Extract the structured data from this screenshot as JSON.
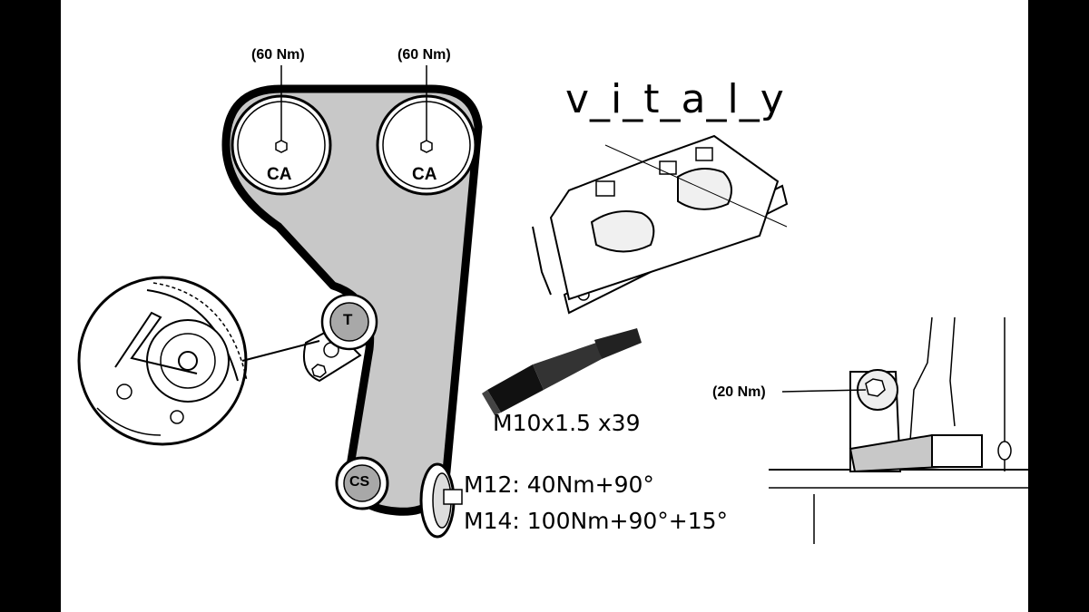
{
  "diagram": {
    "brand": "v_i_t_a_l_y",
    "cam_torque_left": "(60 Nm)",
    "cam_torque_right": "(60 Nm)",
    "cam_label_left": "CA",
    "cam_label_right": "CA",
    "tensioner_label": "T",
    "crank_label": "CS",
    "tensioner_bolt_torque": "(20 Nm)",
    "pin_spec": "M10x1.5 x39",
    "crank_bolt_m12": "M12: 40Nm+90°",
    "crank_bolt_m14": "M14: 100Nm+90°+15°",
    "colors": {
      "belt": "#000000",
      "belt_fill": "#c8c8c8",
      "pulley_face": "#ffffff",
      "idler_fill": "#a8a8a8",
      "side_bars": "#000000"
    }
  }
}
